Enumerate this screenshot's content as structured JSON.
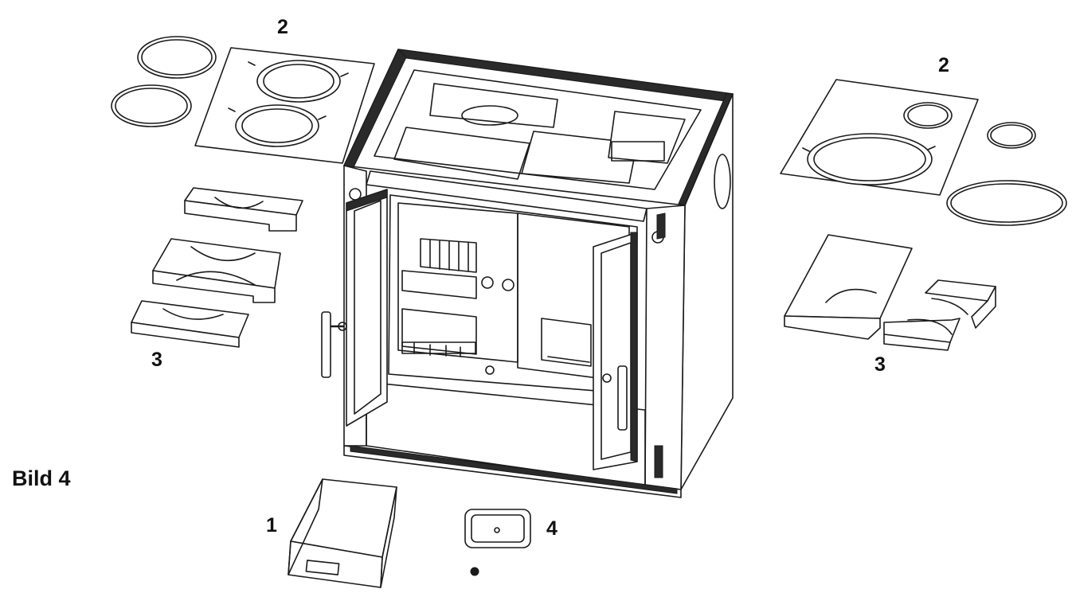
{
  "figure": {
    "caption": "Bild 4"
  },
  "labels": {
    "part_1": "1",
    "part_2_left": "2",
    "part_2_right": "2",
    "part_3_left": "3",
    "part_3_right": "3",
    "part_4": "4"
  }
}
